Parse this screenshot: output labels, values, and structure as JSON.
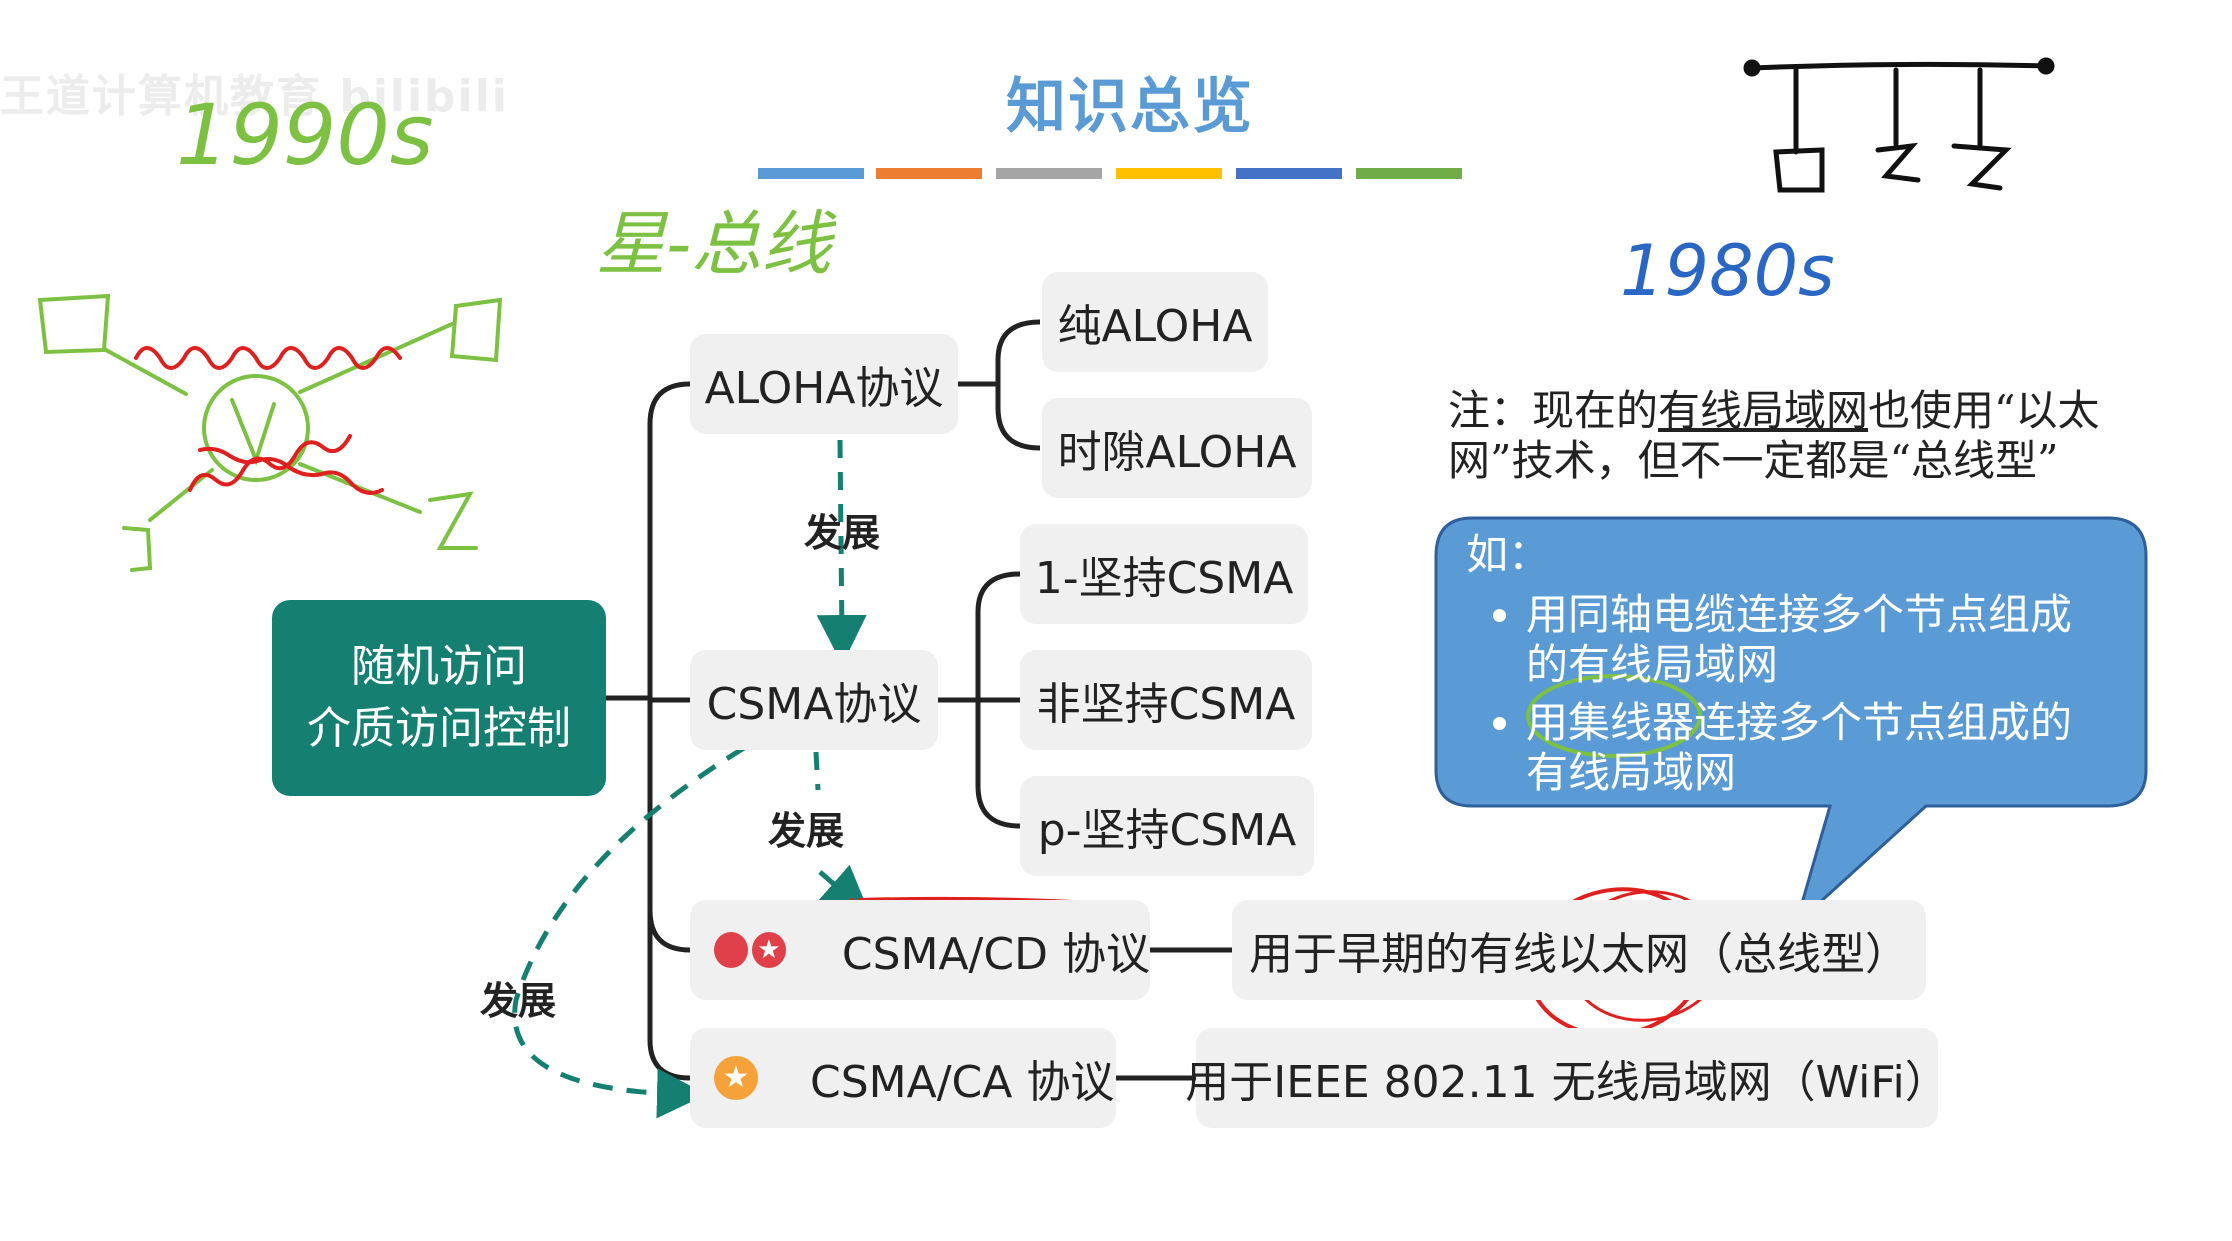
{
  "title": "知识总览",
  "watermark": "王道计算机教育 bilibili",
  "colors": {
    "strips": [
      "#5b9bd5",
      "#ed7d31",
      "#a5a5a5",
      "#ffc000",
      "#4472c4",
      "#70ad47"
    ],
    "root_bg": "#157f72",
    "node_bg": "#f0f0f0",
    "dashed_arrow": "#157f72",
    "bubble": "#5b9bd5",
    "handwriting_green": "#7cc142",
    "handwriting_red": "#e0201e",
    "handwriting_blue": "#2a66c4"
  },
  "root": {
    "line1": "随机访问",
    "line2": "介质访问控制"
  },
  "nodes": {
    "aloha": "ALOHA协议",
    "pure_aloha": "纯ALOHA",
    "slotted_aloha": "时隙ALOHA",
    "csma": "CSMA协议",
    "csma_1": "1-坚持CSMA",
    "csma_non": "非坚持CSMA",
    "csma_p": "p-坚持CSMA",
    "csma_cd": "CSMA/CD 协议",
    "csma_cd_desc": "用于早期的有线以太网（总线型）",
    "csma_ca": "CSMA/CA 协议",
    "csma_ca_desc": "用于IEEE 802.11 无线局域网（WiFi）"
  },
  "edge_labels": {
    "develop1": "发展",
    "develop2": "发展",
    "develop3": "发展"
  },
  "note": {
    "prefix": "注：现在的",
    "underlined": "有线局域网",
    "rest": "也使用“以太网”技术，但不一定都是“总线型”"
  },
  "bubble": {
    "heading": "如：",
    "items": [
      "用同轴电缆连接多个节点组成的有线局域网",
      "用集线器连接多个节点组成的有线局域网"
    ]
  },
  "handwriting": {
    "year_left": "1990s",
    "star_bus": "星-总线",
    "year_right": "1980s"
  },
  "icons": {
    "cd": "flag-star-icon",
    "ca": "star-icon"
  }
}
